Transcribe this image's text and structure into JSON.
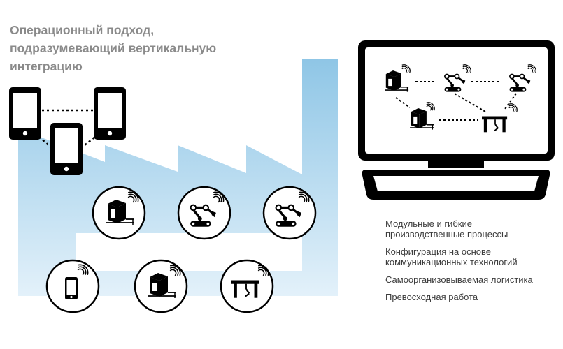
{
  "title_lines": [
    "Операционный подход,",
    "подразумевающий вертикальную",
    "интеграцию"
  ],
  "features": [
    {
      "lines": [
        "Модульные и гибкие",
        "производственные процессы"
      ]
    },
    {
      "lines": [
        "Конфигурация на основе",
        "коммуникационных технологий"
      ]
    },
    {
      "lines": [
        "Самоорганизовываемая логистика"
      ]
    },
    {
      "lines": [
        "Превосходная работа"
      ]
    }
  ],
  "colors": {
    "factory_fill_top": "#8fc6e6",
    "factory_fill_bottom": "#e3f1fa",
    "icon": "#000000",
    "title_text": "#8a8a8a",
    "list_text": "#3c3c3c"
  },
  "icons": {
    "phones": [
      "smartphone-icon",
      "smartphone-icon",
      "smartphone-icon"
    ],
    "factory_row_top": [
      "production-module-icon",
      "robot-arm-icon",
      "robot-arm-icon"
    ],
    "factory_row_bottom": [
      "smartphone-icon",
      "production-module-icon",
      "workbench-icon"
    ],
    "monitor": [
      "production-module-icon",
      "robot-arm-icon",
      "robot-arm-icon",
      "production-module-icon",
      "workbench-icon"
    ]
  }
}
